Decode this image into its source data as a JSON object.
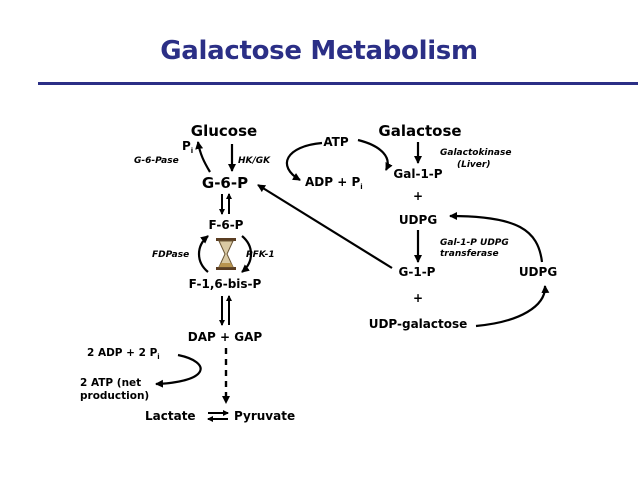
{
  "title": "Galactose Metabolism",
  "nodes": {
    "glucose": "Glucose",
    "galactose": "Galactose",
    "atp": "ATP",
    "adp_pi": "ADP + P",
    "adp_pi_sub": "i",
    "pi_left": "P",
    "pi_left_sub": "i",
    "g6p": "G-6-P",
    "gal1p": "Gal-1-P",
    "plus1": "+",
    "udpg_top": "UDPG",
    "f6p": "F-6-P",
    "f16bp": "F-1,6-bis-P",
    "g1p": "G-1-P",
    "udpg_right": "UDPG",
    "plus2": "+",
    "udp_galactose": "UDP-galactose",
    "dap_gap": "DAP + GAP",
    "adp2": "2 ADP + 2 P",
    "adp2_sub": "i",
    "atp2_line1": "2 ATP (net",
    "atp2_line2": "production)",
    "lactate": "Lactate",
    "pyruvate": "Pyruvate"
  },
  "enzymes": {
    "g6pase": "G-6-Pase",
    "hkgk": "HK/GK",
    "galactokinase_1": "Galactokinase",
    "galactokinase_2": "(Liver)",
    "fdpase": "FDPase",
    "pfk1": "PFK-1",
    "udpg_transferase_1": "Gal-1-P UDPG",
    "udpg_transferase_2": "transferase"
  },
  "colors": {
    "title": "#2b2f86",
    "rule": "#2b2f86",
    "ink": "#000000"
  },
  "icons": [
    "hourglass-icon"
  ]
}
